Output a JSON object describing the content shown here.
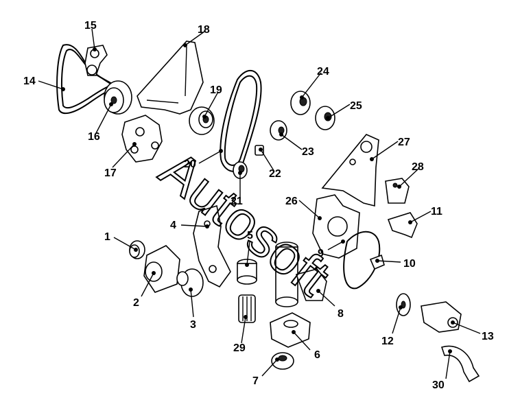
{
  "diagram": {
    "watermark": "Autosoft",
    "callouts": [
      {
        "id": "c1",
        "label": "1"
      },
      {
        "id": "c2",
        "label": "2"
      },
      {
        "id": "c3",
        "label": "3"
      },
      {
        "id": "c4",
        "label": "4"
      },
      {
        "id": "c5",
        "label": "5"
      },
      {
        "id": "c6",
        "label": "6"
      },
      {
        "id": "c7",
        "label": "7"
      },
      {
        "id": "c8",
        "label": "8"
      },
      {
        "id": "c9",
        "label": "9"
      },
      {
        "id": "c10",
        "label": "10"
      },
      {
        "id": "c11",
        "label": "11"
      },
      {
        "id": "c12",
        "label": "12"
      },
      {
        "id": "c13",
        "label": "13"
      },
      {
        "id": "c14",
        "label": "14"
      },
      {
        "id": "c15",
        "label": "15"
      },
      {
        "id": "c16",
        "label": "16"
      },
      {
        "id": "c17",
        "label": "17"
      },
      {
        "id": "c18",
        "label": "18"
      },
      {
        "id": "c19",
        "label": "19"
      },
      {
        "id": "c20",
        "label": "20"
      },
      {
        "id": "c21",
        "label": "21"
      },
      {
        "id": "c22",
        "label": "22"
      },
      {
        "id": "c23",
        "label": "23"
      },
      {
        "id": "c24",
        "label": "24"
      },
      {
        "id": "c25",
        "label": "25"
      },
      {
        "id": "c26",
        "label": "26"
      },
      {
        "id": "c27",
        "label": "27"
      },
      {
        "id": "c28",
        "label": "28"
      },
      {
        "id": "c29",
        "label": "29"
      },
      {
        "id": "c30",
        "label": "30"
      }
    ]
  }
}
